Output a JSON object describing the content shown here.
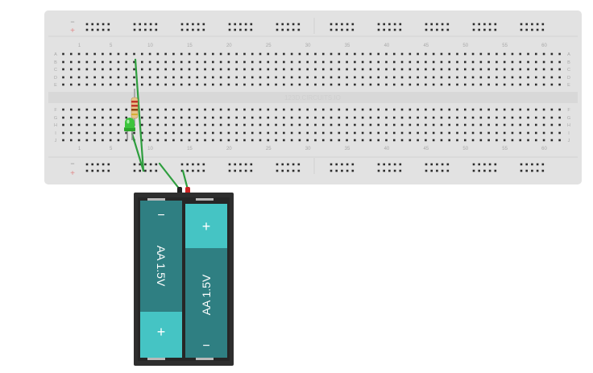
{
  "breadboard": {
    "watermark": "123D.CIRCUITS.IO",
    "column_numbers": [
      "1",
      "5",
      "10",
      "15",
      "20",
      "25",
      "30",
      "35",
      "40",
      "45",
      "50",
      "55",
      "60"
    ],
    "row_letters_top": [
      "A",
      "B",
      "C",
      "D",
      "E"
    ],
    "row_letters_bottom": [
      "F",
      "G",
      "H",
      "I",
      "J"
    ],
    "rail_plus_symbol": "+",
    "rail_minus_symbol": "−",
    "colors": {
      "board": "#e2e2e2",
      "hole": "#2b2b2b",
      "rail_plus": "#e08a8a",
      "rail_minus": "#8c8c8c"
    }
  },
  "components": {
    "resistor": {
      "name": "resistor",
      "bands": [
        "#c0392b",
        "#c0392b",
        "#8b4513",
        "#d4af37"
      ]
    },
    "led": {
      "name": "led",
      "color": "#3cc43c"
    },
    "wires": {
      "color": "#2e9e3e"
    }
  },
  "battery_pack": {
    "battery_left": {
      "label": "AA 1.5V",
      "top_terminal": "−",
      "bottom_terminal": "+"
    },
    "battery_right": {
      "label": "AA 1.5V",
      "top_terminal": "+",
      "bottom_terminal": "−"
    },
    "colors": {
      "case": "#2e2e2e",
      "cell": "#2f7f82",
      "cap": "#45c4c4",
      "lead_black": "#222222",
      "lead_red": "#cc2222"
    }
  }
}
